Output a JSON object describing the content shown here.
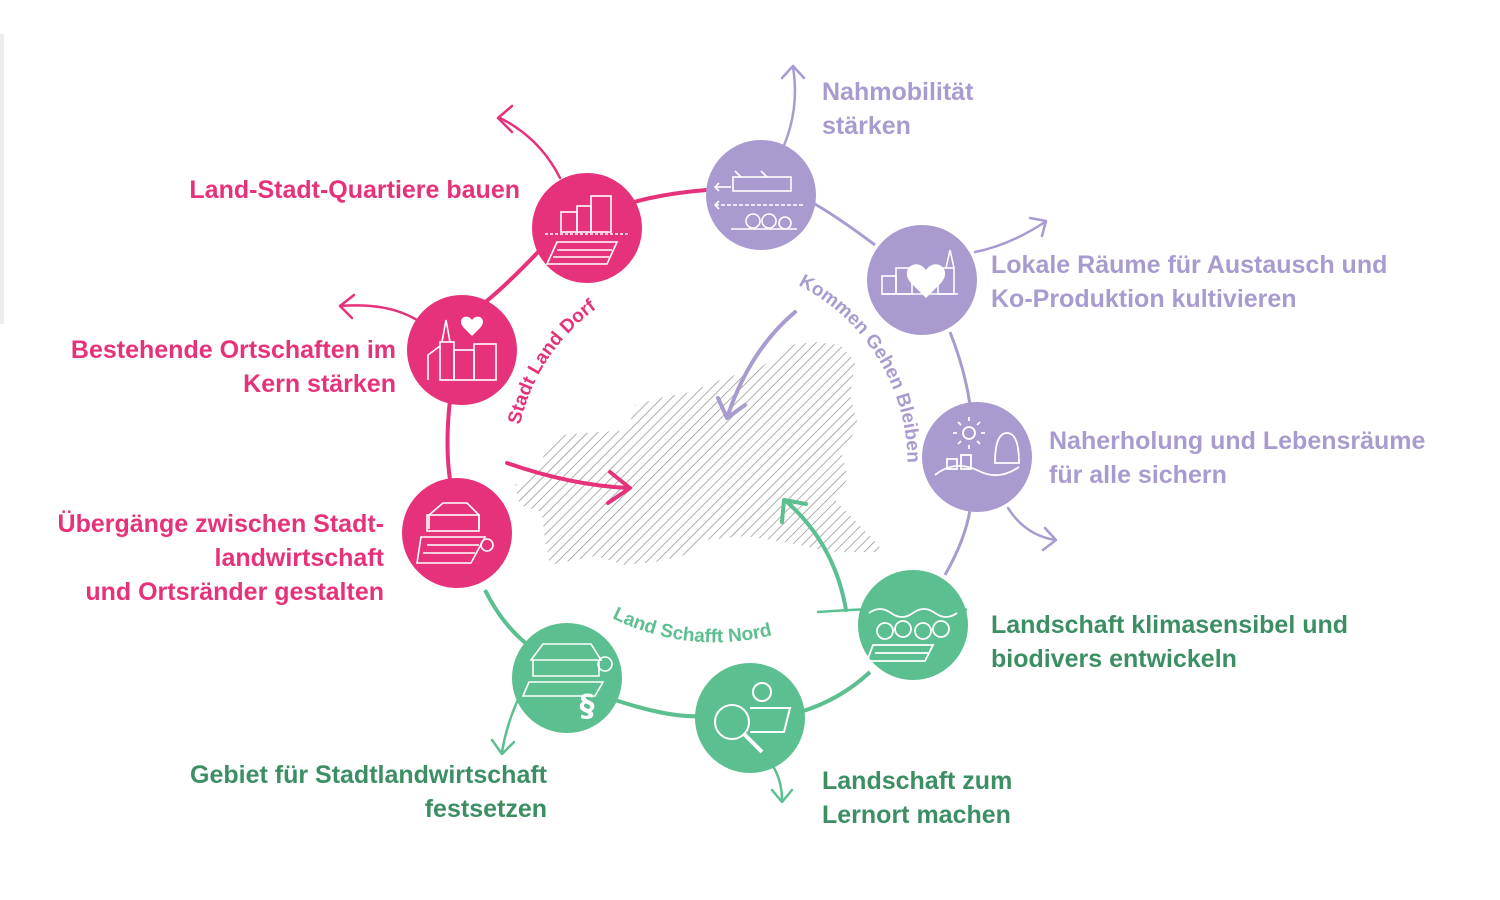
{
  "colors": {
    "pink": "#e6327a",
    "purple": "#a99bcf",
    "green": "#5cbf8f",
    "green_text": "#3c8f63",
    "hatch": "#9a9a9a"
  },
  "center": {
    "map_icon": "hatched-district-map"
  },
  "arc_labels": {
    "pink": "Stadt Land Dorf",
    "purple": "Kommen Gehen Bleiben",
    "green": "Land Schafft Nord"
  },
  "labels": {
    "quartiere": [
      "Land-Stadt-Quartiere bauen"
    ],
    "ortschaften": [
      "Bestehende Ortschaften im",
      "Kern stärken"
    ],
    "uebergaenge": [
      "Übergänge zwischen Stadt-",
      "landwirtschaft",
      "und Ortsränder gestalten"
    ],
    "gebiet": [
      "Gebiet für Stadtlandwirtschaft",
      "festsetzen"
    ],
    "lernort": [
      "Landschaft zum",
      "Lernort machen"
    ],
    "klimasensibel": [
      "Landschaft klimasensibel und",
      "biodivers entwickeln"
    ],
    "naherholung": [
      "Naherholung und Lebensräume",
      "für alle sichern"
    ],
    "lokale_raeume": [
      "Lokale Räume für Austausch und",
      "Ko-Produktion kultivieren"
    ],
    "nahmobilitaet": [
      "Nahmobilität",
      "stärken"
    ]
  },
  "icons": {
    "quartiere": "houses-icon",
    "ortschaften": "village-church-heart-icon",
    "uebergaenge": "farmhouse-field-icon",
    "gebiet": "greenhouse-paragraph-icon",
    "lernort": "magnifier-landscape-icon",
    "klimasensibel": "river-forest-icon",
    "naherholung": "sun-hills-icon",
    "lokale_raeume": "town-heart-icon",
    "nahmobilitaet": "train-mobility-icon"
  }
}
